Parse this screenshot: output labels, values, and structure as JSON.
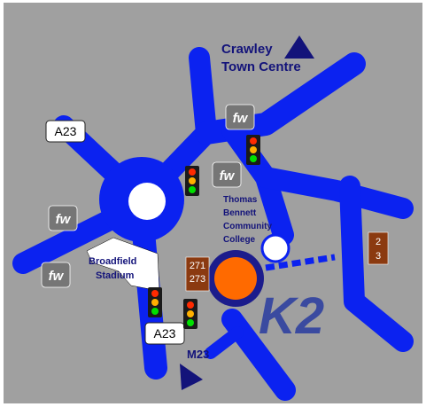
{
  "map": {
    "colors": {
      "background": "#a0a0a0",
      "road": "#0b22f0",
      "roundabout_centre": "#ffffff",
      "label_text": "#13137a",
      "fw_box": "#767676",
      "bus_box": "#8b3a10",
      "bus_stop_circle": "#ff6a00",
      "bus_ring": "#1c1c8c",
      "traffic_light_body": "#1a1a1a",
      "light_red": "#ff2a00",
      "light_amber": "#ffb000",
      "light_green": "#00e000",
      "k2": "#3a4aa0"
    },
    "labels": {
      "crawley_line1": "Crawley",
      "crawley_line2": "Town Centre",
      "thomas_bennett": [
        "Thomas",
        "Bennett",
        "Community",
        "College"
      ],
      "stadium_line1": "Broadfield",
      "stadium_line2": "Stadium",
      "m23": "M23",
      "a23_top": "A23",
      "a23_bottom": "A23",
      "k2": "K2"
    },
    "bus_routes": {
      "left_box": [
        "271",
        "273"
      ],
      "right_box": [
        "2",
        "3"
      ]
    },
    "fw_badge": "fw",
    "icons": {
      "traffic_light": "traffic-light-icon",
      "fw_badge": "fw-badge-icon",
      "direction_arrow": "triangle-arrow-icon"
    }
  }
}
